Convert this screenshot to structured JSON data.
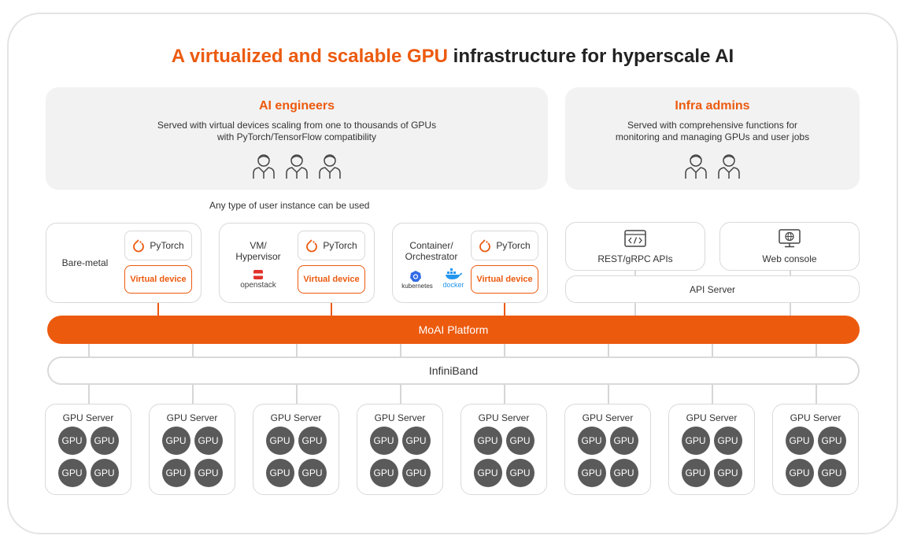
{
  "title": {
    "highlight": "A virtualized and scalable GPU",
    "rest": " infrastructure for hyperscale AI"
  },
  "ai_engineers": {
    "title": "AI engineers",
    "desc_line1": "Served with virtual devices scaling from one to thousands of GPUs",
    "desc_line2": "with PyTorch/TensorFlow compatibility"
  },
  "infra_admins": {
    "title": "Infra admins",
    "desc_line1": "Served with comprehensive functions for",
    "desc_line2": "monitoring and managing GPUs and user jobs"
  },
  "note": "Any type of user instance can be used",
  "instances": {
    "bare_metal": "Bare-metal",
    "vm_line1": "VM/",
    "vm_line2": "Hypervisor",
    "openstack": "openstack",
    "container_line1": "Container/",
    "container_line2": "Orchestrator",
    "kubernetes": "kubernetes",
    "docker": "docker",
    "pytorch": "PyTorch",
    "virtual_device": "Virtual device"
  },
  "admin_tools": {
    "rest": "REST/gRPC APIs",
    "web": "Web console",
    "api_server": "API Server"
  },
  "platform": "MoAI Platform",
  "interconnect": "InfiniBand",
  "server_label": "GPU Server",
  "gpu_label": "GPU",
  "colors": {
    "accent": "#ec5a0e",
    "gpu": "#5a5a5a",
    "panel": "#f2f2f2",
    "border": "#d9d9d9"
  }
}
